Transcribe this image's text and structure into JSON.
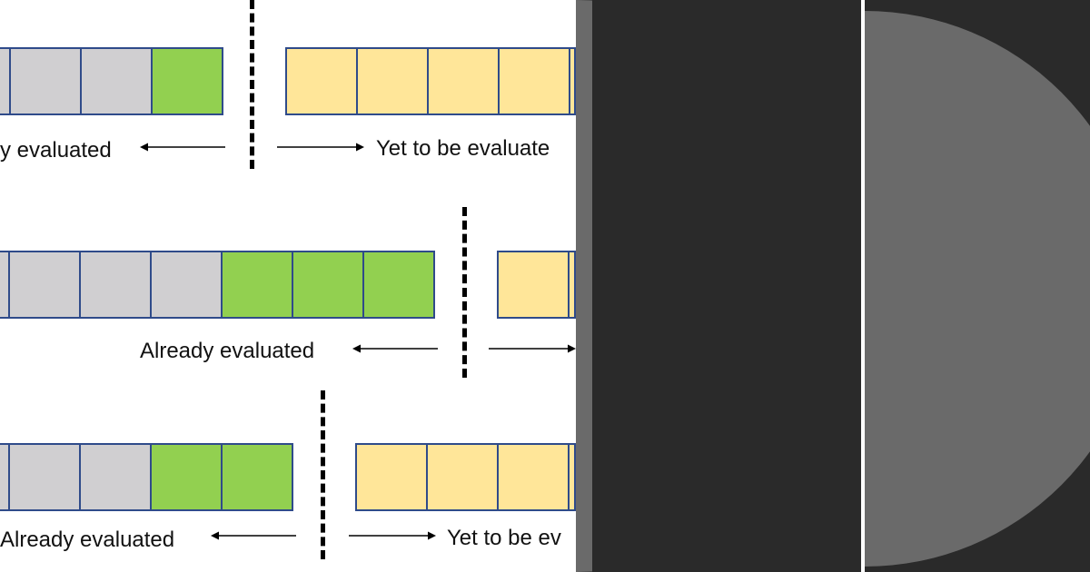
{
  "colors": {
    "evaluated_gray": "#d0cfd1",
    "evaluated_green": "#92d050",
    "pending_yellow": "#ffe699",
    "cell_border": "#2f4b8a",
    "arrow": "#000000",
    "dark_bg": "#2a2a2a",
    "circle_fill": "#6a6a6a",
    "separator": "#ffffff"
  },
  "rows": [
    {
      "left_cells": [
        "gray",
        "gray",
        "gray",
        "green"
      ],
      "right_cells": [
        "yellow",
        "yellow",
        "yellow",
        "yellow",
        "yellow"
      ],
      "left_label": "y evaluated",
      "right_label": "Yet to be evaluate"
    },
    {
      "left_cells": [
        "gray",
        "gray",
        "gray",
        "gray",
        "green",
        "green",
        "green"
      ],
      "right_cells": [
        "yellow",
        "yellow"
      ],
      "left_label": "Already evaluated",
      "right_label": ""
    },
    {
      "left_cells": [
        "gray",
        "gray",
        "gray",
        "green",
        "green"
      ],
      "right_cells": [
        "yellow",
        "yellow",
        "yellow",
        "yellow"
      ],
      "left_label": "Already evaluated",
      "right_label": "Yet to be ev"
    }
  ]
}
